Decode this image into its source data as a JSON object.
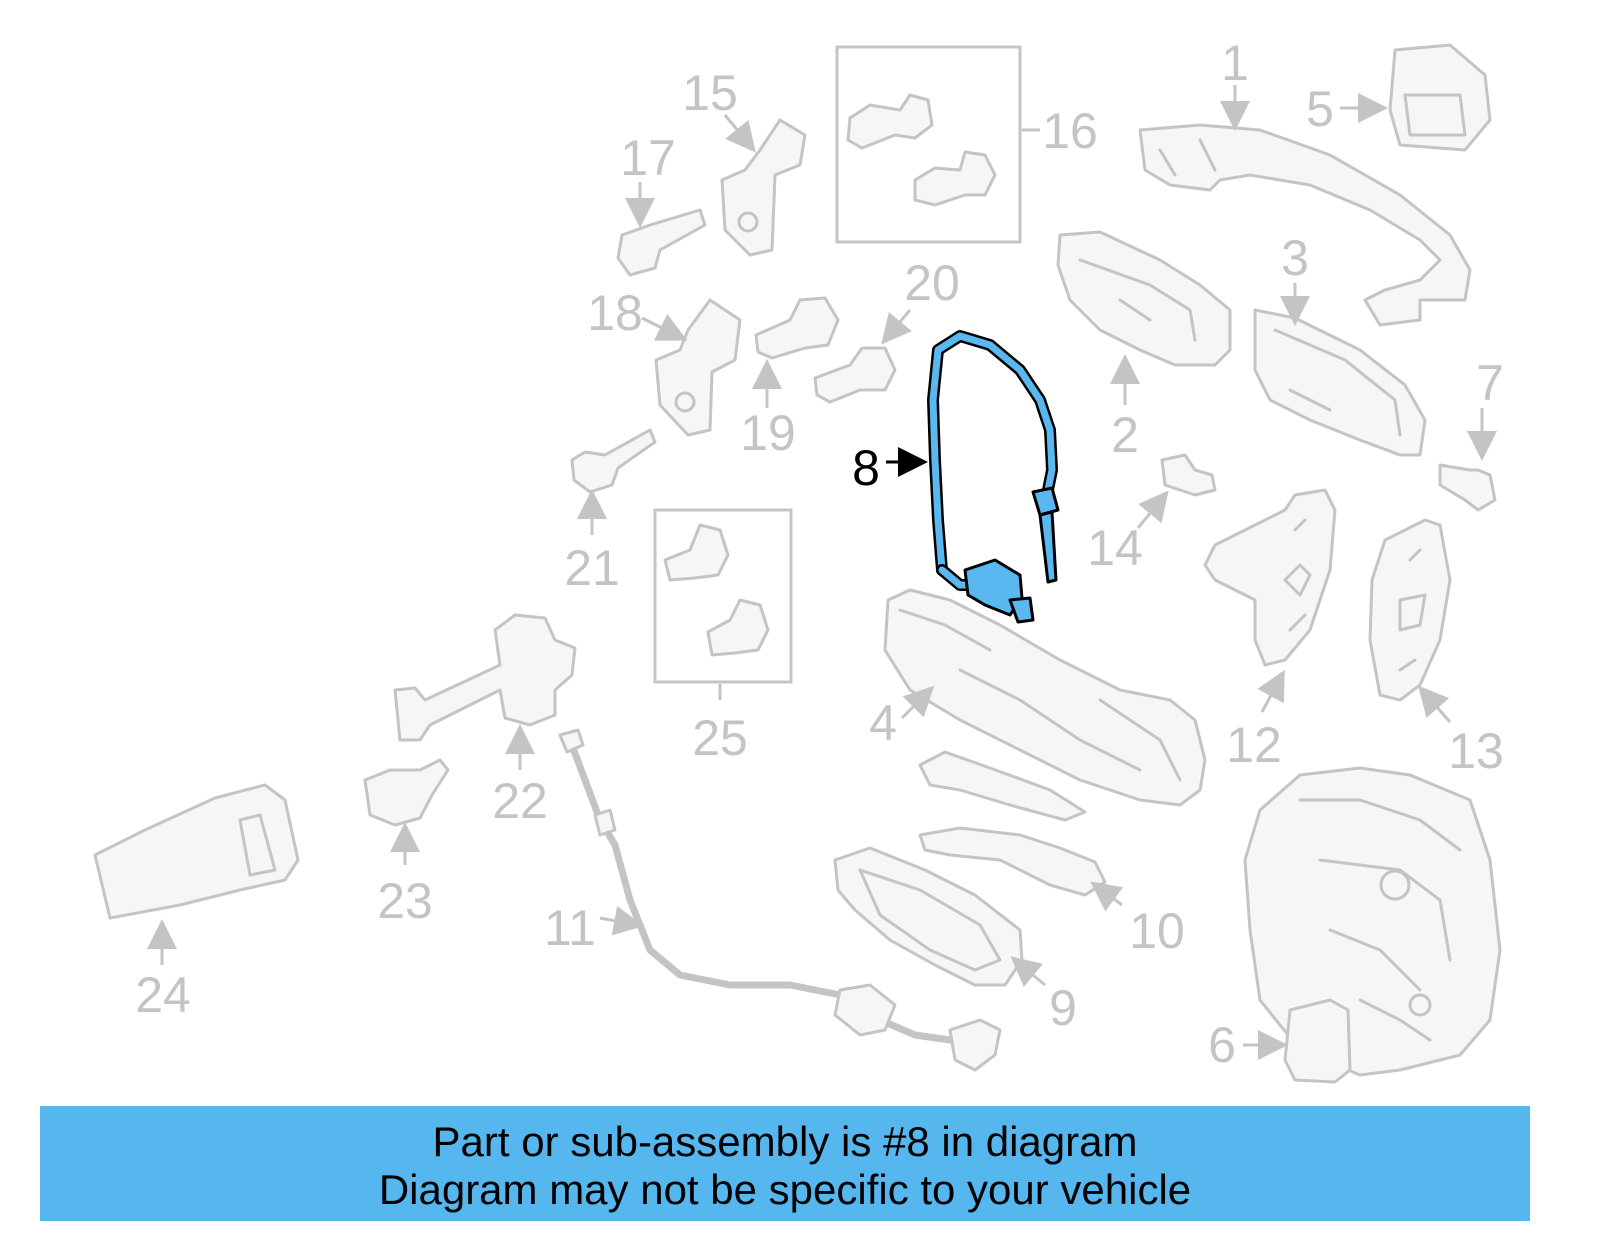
{
  "diagram": {
    "callouts": [
      "1",
      "2",
      "3",
      "4",
      "5",
      "6",
      "7",
      "8",
      "9",
      "10",
      "11",
      "12",
      "13",
      "14",
      "15",
      "16",
      "17",
      "18",
      "19",
      "20",
      "21",
      "22",
      "23",
      "24",
      "25"
    ],
    "highlighted_part": "8"
  },
  "banner": {
    "line1": "Part or sub-assembly is #8 in diagram",
    "line2": "Diagram may not be specific to your vehicle",
    "background": "#56b7ef"
  },
  "colors": {
    "highlight": "#5ab8f0",
    "faded_part": "#c4c4c4"
  }
}
